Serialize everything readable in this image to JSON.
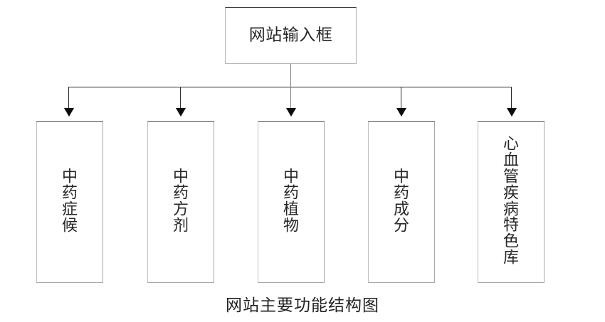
{
  "diagram": {
    "caption": "网站主要功能结构图",
    "root": {
      "label": "网站输入框"
    },
    "children": [
      {
        "label": "中药症候"
      },
      {
        "label": "中药方剂"
      },
      {
        "label": "中药植物"
      },
      {
        "label": "中药成分"
      },
      {
        "label": "心血管疾病特色库"
      }
    ],
    "colors": {
      "background": "#ffffff",
      "box_border": "#a8a8a8",
      "connector": "#2b2b2b",
      "arrow": "#0d0d0d",
      "text": "#262626"
    }
  }
}
